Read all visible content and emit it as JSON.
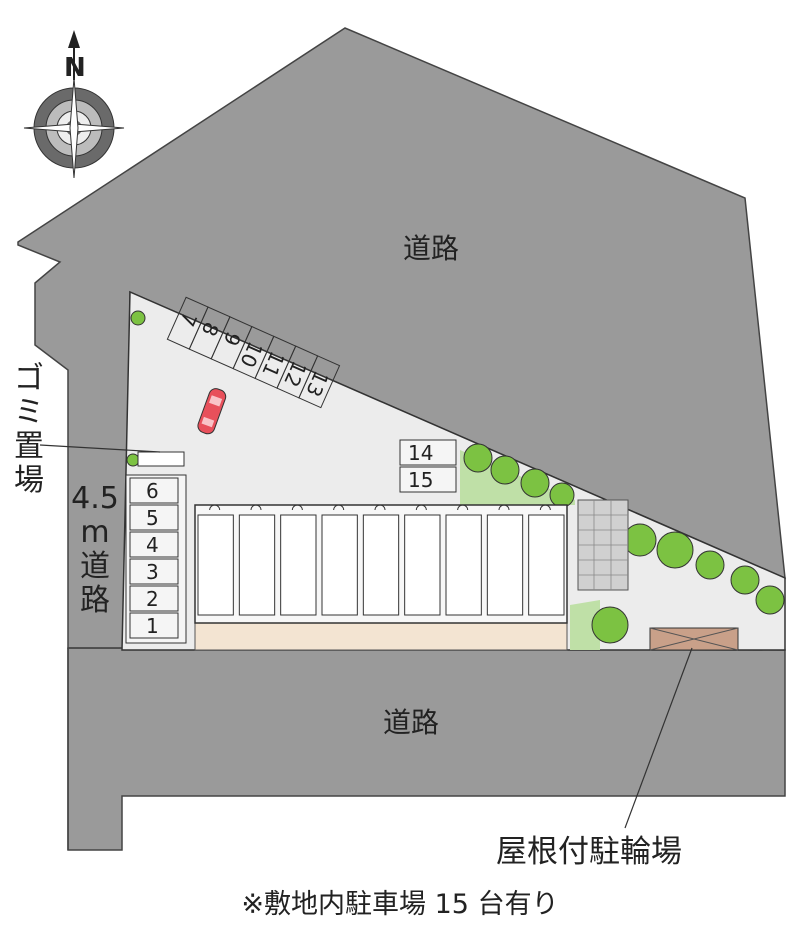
{
  "compass": {
    "label": "N",
    "icon": "compass-rose-icon"
  },
  "roads": {
    "north": "道路",
    "south": "道路",
    "west_width": "4.5",
    "west_unit": "m",
    "west_name": "道路"
  },
  "garbage_label": "ゴミ置場",
  "bike_parking_label": "屋根付駐輪場",
  "parking_spots": {
    "west_column": [
      "6",
      "5",
      "4",
      "3",
      "2",
      "1"
    ],
    "diagonal_row": [
      "7",
      "8",
      "9",
      "10",
      "11",
      "12",
      "13"
    ],
    "east_pair": [
      "14",
      "15"
    ]
  },
  "building": {
    "unit_count": 9
  },
  "footnote": "※敷地内駐車場 15 台有り",
  "colors": {
    "road": "#9a9a9a",
    "site": "#ececec",
    "building": "#ffffff",
    "walkway": "#f3e4d2",
    "tree": "#7cc242",
    "car": "#e8505b",
    "bike_shelter": "#c9a089"
  }
}
